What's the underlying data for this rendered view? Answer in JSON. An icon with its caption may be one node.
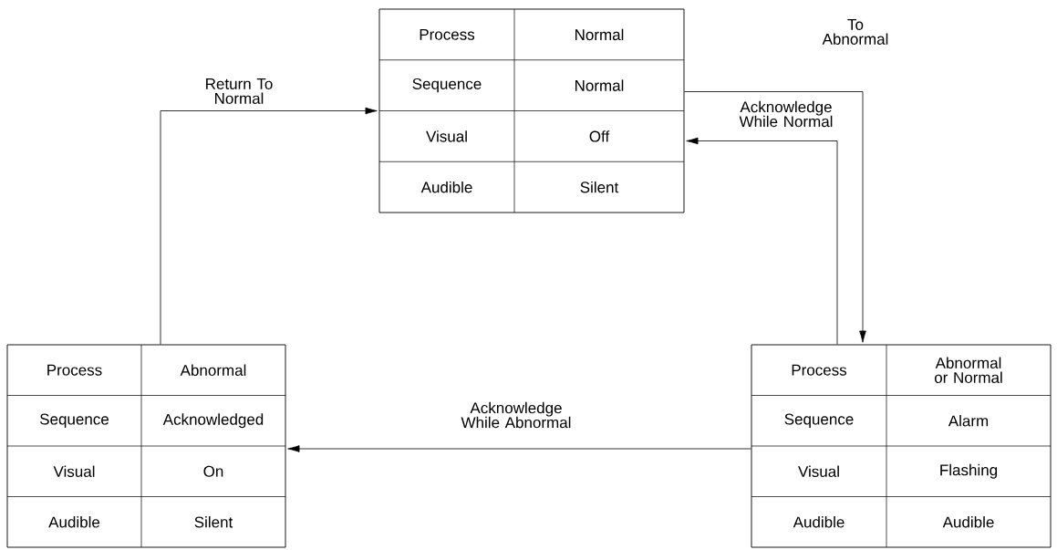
{
  "diagram": {
    "nodes": [
      {
        "text": [
          "Process",
          "Normal",
          "Sequence",
          "Normal",
          "Visual",
          "Off",
          "Audible",
          "Silent"
        ]
      },
      {
        "text": [
          "Process",
          "Abnormal",
          "Sequence",
          "Acknowledged",
          "Visual",
          "On",
          "Audible",
          "Silent"
        ]
      },
      {
        "text": [
          "Process",
          "Abnormal or Normal",
          "Sequence",
          "Alarm",
          "Visual",
          "Flashing",
          "Audible",
          "Audible"
        ]
      }
    ],
    "edges": [
      {
        "from": 1,
        "to": 0,
        "arrow": "to",
        "label": "Return To Normal"
      },
      {
        "from": 0,
        "to": 2,
        "arrow": "to",
        "label": "To Abnormal"
      },
      {
        "from": 2,
        "to": 0,
        "arrow": "to",
        "label": "Acknowledge While Normal"
      },
      {
        "from": 2,
        "to": 1,
        "arrow": "to",
        "label": "Acknowledge While Abnormal"
      }
    ]
  }
}
